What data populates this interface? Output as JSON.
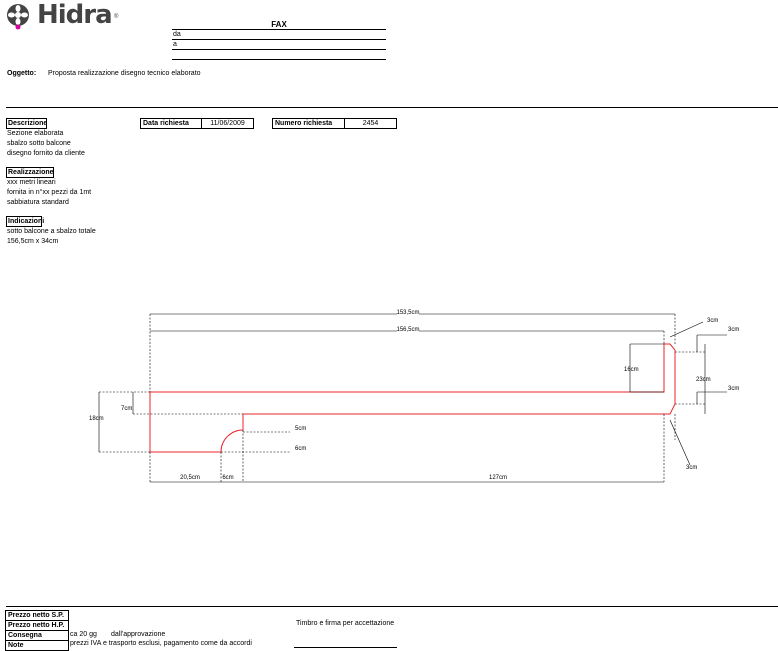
{
  "header": {
    "logo_text": "Hidra",
    "logo_mark": "®",
    "fax_title": "FAX",
    "da_label": "da",
    "a_label": "a"
  },
  "oggetto": {
    "label": "Oggetto:",
    "value": "Proposta realizzazione disegno tecnico elaborato"
  },
  "descrizione": {
    "title": "Descrizione",
    "lines": [
      "Sezione elaborata",
      "sbalzo sotto balcone",
      "disegno fornito da cliente"
    ]
  },
  "data_richiesta": {
    "label": "Data richiesta",
    "value": "11/06/2009"
  },
  "numero_richiesta": {
    "label": "Numero richiesta",
    "value": "2454"
  },
  "realizzazione": {
    "title": "Realizzazione",
    "lines": [
      "xxx metri lineari",
      "fornita in n°xx pezzi da 1mt",
      "sabbiatura standard"
    ]
  },
  "indicazioni": {
    "title": "Indicazioni",
    "lines": [
      "sotto balcone a sbalzo totale",
      "156,5cm x 34cm"
    ]
  },
  "drawing": {
    "dims": {
      "top1": "153,5cm",
      "top2": "156,5cm",
      "d16": "16cm",
      "d3a": "3cm",
      "d3b": "3cm",
      "d23": "23cm",
      "d3c": "3cm",
      "d3d": "3cm",
      "d18": "18cm",
      "d7": "7cm",
      "d5": "5cm",
      "d6": "6cm",
      "b205": "20,5cm",
      "b6": "6cm",
      "b127": "127cm"
    }
  },
  "footer": {
    "rows": [
      {
        "label": "Prezzo netto S.P.",
        "value": ""
      },
      {
        "label": "Prezzo netto H.P.",
        "value": ""
      },
      {
        "label": "Consegna",
        "value": "ca 20 gg",
        "extra": "dall'approvazione"
      },
      {
        "label": "Note",
        "value": "prezzi IVA e trasporto esclusi, pagamento come da accordi"
      }
    ],
    "stamp_label": "Timbro e firma per accettazione"
  }
}
